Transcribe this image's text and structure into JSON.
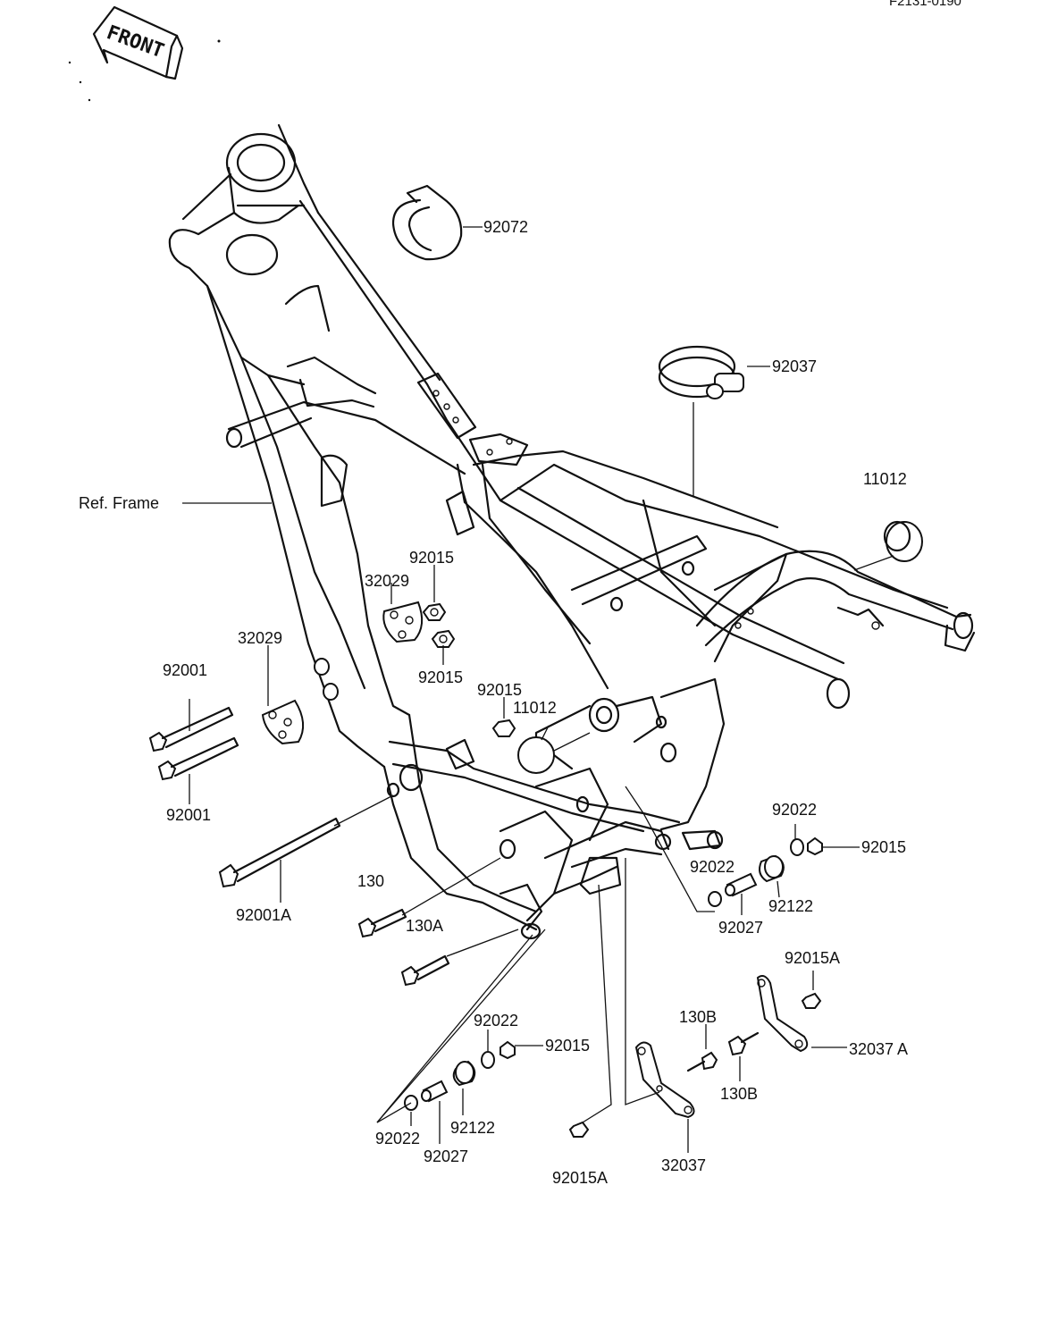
{
  "corner_code": "F2131-0190",
  "front_arrow": {
    "label": "FRONT"
  },
  "reference_label": "Ref. Frame",
  "parts": [
    {
      "id": "p92072",
      "number": "92072"
    },
    {
      "id": "p92037",
      "number": "92037"
    },
    {
      "id": "p11012_rear",
      "number": "11012"
    },
    {
      "id": "p32029_upper",
      "number": "32029"
    },
    {
      "id": "p92015_a",
      "number": "92015"
    },
    {
      "id": "p32029_lower",
      "number": "32029"
    },
    {
      "id": "p92015_b",
      "number": "92015"
    },
    {
      "id": "p92001_upper",
      "number": "92001"
    },
    {
      "id": "p92001_lower",
      "number": "92001"
    },
    {
      "id": "p92015_c",
      "number": "92015"
    },
    {
      "id": "p11012_mid",
      "number": "11012"
    },
    {
      "id": "p92001A",
      "number": "92001A"
    },
    {
      "id": "p130",
      "number": "130"
    },
    {
      "id": "p130A",
      "number": "130A"
    },
    {
      "id": "p92022_r1",
      "number": "92022"
    },
    {
      "id": "p92015_r",
      "number": "92015"
    },
    {
      "id": "p92022_r2",
      "number": "92022"
    },
    {
      "id": "p92122_r",
      "number": "92122"
    },
    {
      "id": "p92027_r",
      "number": "92027"
    },
    {
      "id": "p92015A_r",
      "number": "92015A"
    },
    {
      "id": "p32037A",
      "number": "32037 A"
    },
    {
      "id": "p130B_1",
      "number": "130B"
    },
    {
      "id": "p130B_2",
      "number": "130B"
    },
    {
      "id": "p92022_l1",
      "number": "92022"
    },
    {
      "id": "p92015_l",
      "number": "92015"
    },
    {
      "id": "p92122_l",
      "number": "92122"
    },
    {
      "id": "p92022_l2",
      "number": "92022"
    },
    {
      "id": "p92027_l",
      "number": "92027"
    },
    {
      "id": "p92015A_l",
      "number": "92015A"
    },
    {
      "id": "p32037",
      "number": "32037"
    }
  ]
}
